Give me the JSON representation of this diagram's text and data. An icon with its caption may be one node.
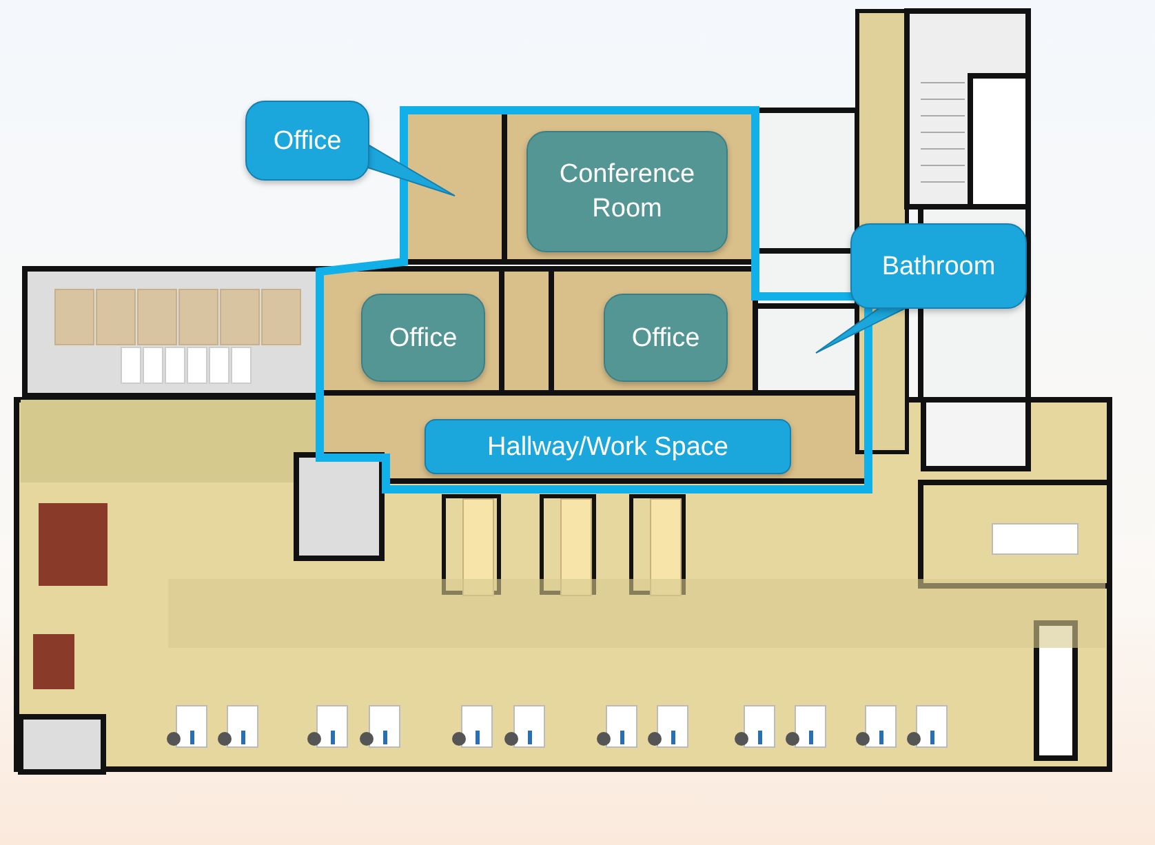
{
  "diagram": {
    "nodes": [
      {
        "text": [
          "Office"
        ]
      },
      {
        "text": [
          "Conference Room"
        ]
      },
      {
        "text": [
          "Office"
        ]
      },
      {
        "text": [
          "Office"
        ]
      },
      {
        "text": [
          "Bathroom"
        ]
      },
      {
        "text": [
          "Hallway/Work Space"
        ]
      }
    ]
  }
}
